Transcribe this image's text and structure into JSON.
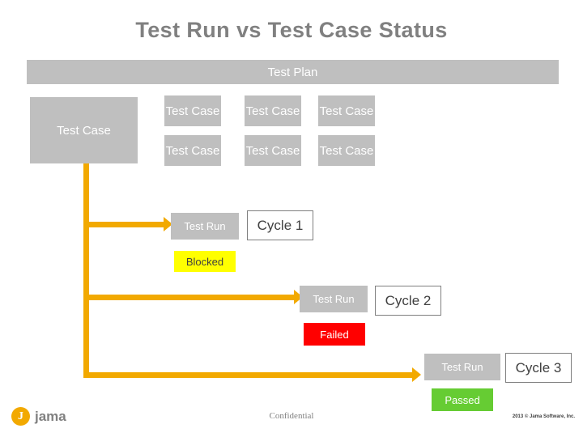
{
  "slide": {
    "title": "Test Run vs Test Case Status",
    "test_plan_label": "Test Plan",
    "test_case_group_label": "Test Case",
    "test_case_cells": [
      "Test Case",
      "Test Case",
      "Test Case",
      "Test Case",
      "Test Case",
      "Test Case"
    ],
    "runs": [
      {
        "run_label": "Test Run",
        "cycle_label": "Cycle 1",
        "status_label": "Blocked"
      },
      {
        "run_label": "Test Run",
        "cycle_label": "Cycle 2",
        "status_label": "Failed"
      },
      {
        "run_label": "Test Run",
        "cycle_label": "Cycle 3",
        "status_label": "Passed"
      }
    ],
    "footer": {
      "confidential": "Confidential",
      "copyright": "2013 © Jama Software, Inc.",
      "logo_mark": "J",
      "logo_text": "jama"
    },
    "colors": {
      "accent": "#f2a900",
      "gray": "#bfbfbf",
      "blocked": "#ffff00",
      "failed": "#ff0000",
      "passed": "#66cc33"
    }
  }
}
